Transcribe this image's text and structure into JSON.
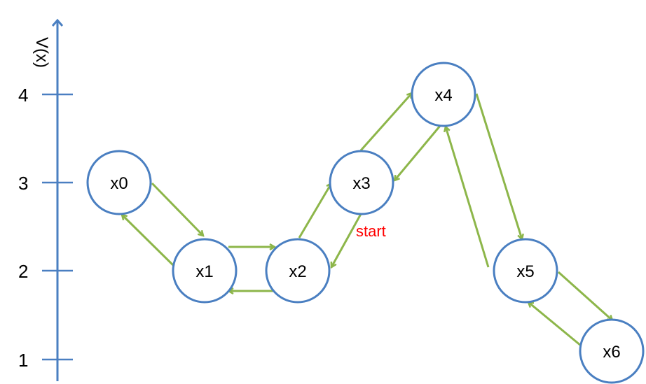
{
  "axis": {
    "label": "V(x)",
    "ticks": [
      "4",
      "3",
      "2",
      "1"
    ]
  },
  "nodes": [
    "x0",
    "x1",
    "x2",
    "x3",
    "x4",
    "x5",
    "x6"
  ],
  "start_label": "start",
  "colors": {
    "axis": "#4a7fc1",
    "node_stroke": "#4a7fc1",
    "edge": "#8db64a",
    "start": "#ff0000"
  }
}
